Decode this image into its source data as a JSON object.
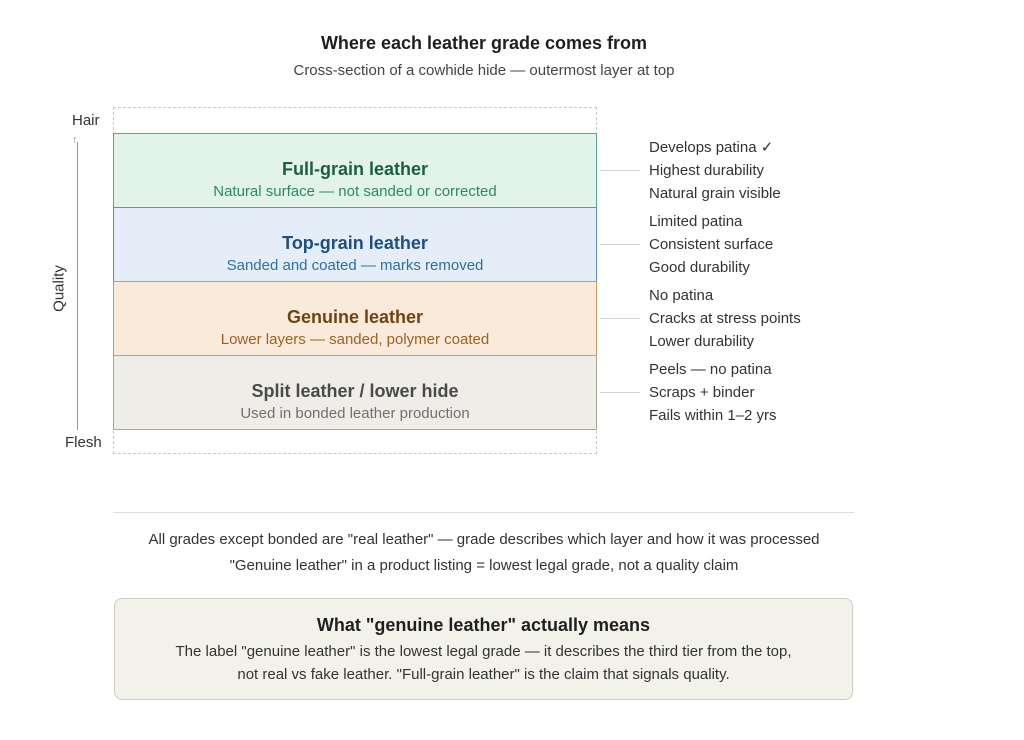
{
  "title": "Where each leather grade comes from",
  "subtitle": "Cross-section of a cowhide hide — outermost layer at top",
  "axis": {
    "top_label": "Hair",
    "bottom_label": "Flesh",
    "quality_label": "Quality",
    "arrow_glyph": "↑"
  },
  "layers": [
    {
      "name": "Full-grain leather",
      "desc": "Natural surface — not sanded or corrected",
      "color": "#e2f3ea",
      "notes": [
        "Develops patina ✓",
        "Highest durability",
        "Natural grain visible"
      ]
    },
    {
      "name": "Top-grain leather",
      "desc": "Sanded and coated — marks removed",
      "color": "#e5eef8",
      "notes": [
        "Limited patina",
        "Consistent surface",
        "Good durability"
      ]
    },
    {
      "name": "Genuine leather",
      "desc": "Lower layers — sanded, polymer coated",
      "color": "#faeadb",
      "notes": [
        "No patina",
        "Cracks at stress points",
        "Lower durability"
      ]
    },
    {
      "name": "Split leather / lower hide",
      "desc": "Used in bonded leather production",
      "color": "#efede8",
      "notes": [
        "Peels — no patina",
        "Scraps + binder",
        "Fails within 1–2 yrs"
      ]
    }
  ],
  "summary": [
    "All grades except bonded are \"real leather\" — grade describes which layer and how it was processed",
    "\"Genuine leather\" in a product listing = lowest legal grade, not a quality claim"
  ],
  "callout": {
    "title": "What \"genuine leather\" actually means",
    "body_line1": "The label \"genuine leather\" is the lowest legal grade — it describes the third tier from the top,",
    "body_line2": "not real vs fake leather. \"Full-grain leather\" is the claim that signals quality."
  }
}
